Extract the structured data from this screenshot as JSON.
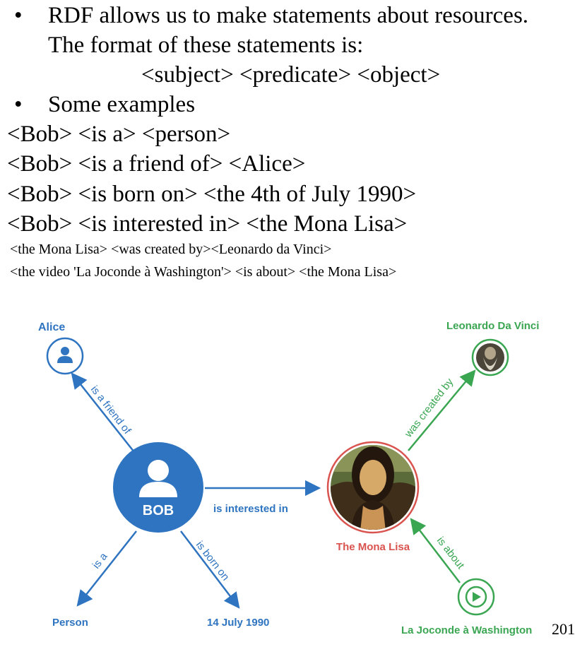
{
  "text": {
    "bullet1_line1": "RDF allows us to make statements about resources.",
    "bullet1_line2": "The format of these statements is:",
    "format": "<subject> <predicate> <object>",
    "bullet2": "Some examples",
    "bullet_char": "•",
    "examples": [
      "<Bob> <is a> <person>",
      "<Bob> <is a friend of> <Alice>",
      "<Bob> <is born on> <the 4th of July 1990>",
      "<Bob> <is interested in> <the Mona Lisa>"
    ],
    "small_examples": [
      "<the Mona Lisa> <was created by><Leonardo da Vinci>",
      "<the video 'La Joconde à Washington'> <is about> <the Mona Lisa>"
    ]
  },
  "graph": {
    "nodes": {
      "bob": "BOB",
      "alice": "Alice",
      "person": "Person",
      "date": "14 July 1990",
      "mona": "The Mona Lisa",
      "leonardo": "Leonardo Da Vinci",
      "video": "La Joconde à Washington"
    },
    "edges": {
      "friend": "is a friend of",
      "isa": "is a",
      "born": "is born on",
      "interested": "is interested in",
      "created": "was created by",
      "about": "is about"
    },
    "colors": {
      "blue": "#2f74c0",
      "green": "#3aa652",
      "red": "#d9534f"
    }
  },
  "page_number": "201"
}
